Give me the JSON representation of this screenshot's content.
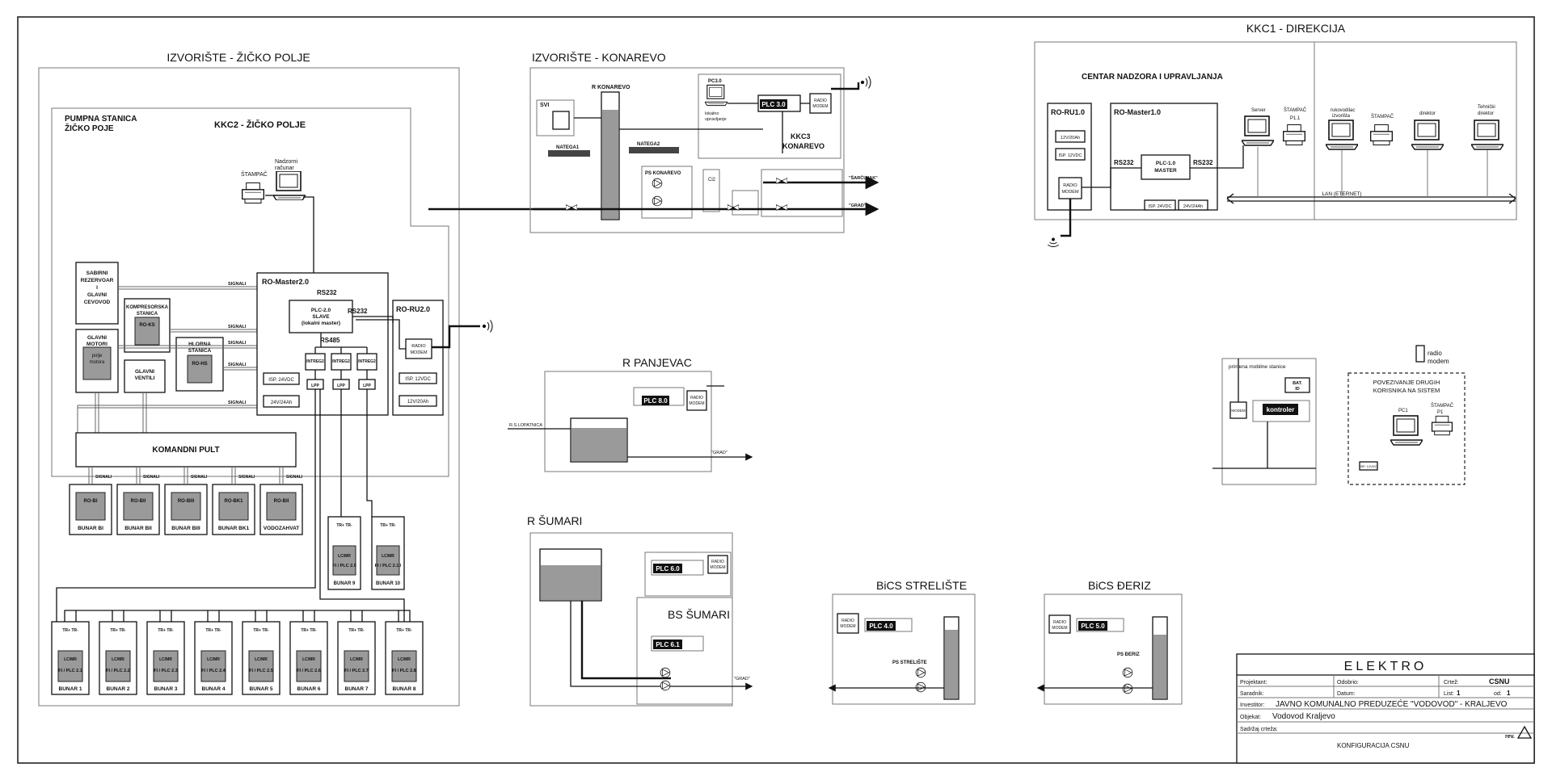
{
  "zones": {
    "zicko_title": "IZVORIŠTE - ŽIČKO POLJE",
    "konarevo_title": "IZVORIŠTE - KONAREVO",
    "kkc1_title": "KKC1 - DIREKCIJA",
    "panjevac_title": "R PANJEVAC",
    "sumari_title": "R ŠUMARI",
    "bs_sumari_title": "BS ŠUMARI",
    "strel_title": "BiCS STRELIŠTE",
    "deriz_title": "BiCS ĐERIZ"
  },
  "zicko": {
    "pumpna_line1": "PUMPNA STANICA",
    "pumpna_line2": "ŽIČKO POJE",
    "kkc2": "KKC2 - ŽIČKO POLJE",
    "stampac": "ŠTAMPAČ",
    "nadzorni_line1": "Nadzorni",
    "nadzorni_line2": "računar",
    "sabirni": [
      "SABIRNI",
      "REZERVOAR",
      "I",
      "GLAVNI",
      "CEVOVOD"
    ],
    "kompresorska": [
      "KOMPRESORSKA",
      "STANICA"
    ],
    "ro_ks": "RO-KS",
    "glavni_motori": [
      "GLAVNI",
      "MOTORI"
    ],
    "polje_motora": [
      "polje",
      "motora"
    ],
    "glavni_ventili": [
      "GLAVNI",
      "VENTILI"
    ],
    "hlorna": [
      "HLORNA",
      "STANICA"
    ],
    "ro_hs": "RO-HS",
    "signali": "SIGNALI",
    "komandni_pult": "KOMANDNI PULT",
    "ro_master2": "RO-Master2.0",
    "rs232": "RS232",
    "rs485": "RS485",
    "plc20": [
      "PLC-2.0",
      "SLAVE",
      "(lokalni master)"
    ],
    "intreg": [
      "INTREG2",
      "INTREG2",
      "INTREG2"
    ],
    "lpp": "LPP",
    "isp24": "ISP. 24VDC",
    "bat24": "24V/24Ah",
    "ro_ru2": "RO-RU2.0",
    "radio_modem": [
      "RADIO",
      "MODEM"
    ],
    "isp12": "ISP. 12VDC",
    "bat12": "12V/20Ah",
    "tr": "TR+ TR-",
    "wells_top": [
      {
        "ro": "RO-BI",
        "name": "BUNAR BI"
      },
      {
        "ro": "RO-BII",
        "name": "BUNAR BII"
      },
      {
        "ro": "RO-BIII",
        "name": "BUNAR BIII"
      },
      {
        "ro": "RO-BK1",
        "name": "BUNAR BK1"
      },
      {
        "ro": "RO-BII",
        "name": "VODOZAHVAT"
      }
    ],
    "wells_side": [
      {
        "plc": "FI / PLC 2.9",
        "name": "BUNAR 9"
      },
      {
        "plc": "FI / PLC 2.10",
        "name": "BUNAR 10"
      }
    ],
    "wells_bottom": [
      {
        "plc": "FI / PLC 2.1",
        "name": "BUNAR 1"
      },
      {
        "plc": "FI / PLC 2.2",
        "name": "BUNAR 2"
      },
      {
        "plc": "FI / PLC 2.3",
        "name": "BUNAR 3"
      },
      {
        "plc": "FI / PLC 2.4",
        "name": "BUNAR 4"
      },
      {
        "plc": "FI / PLC 2.5",
        "name": "BUNAR 5"
      },
      {
        "plc": "FI / PLC 2.6",
        "name": "BUNAR 6"
      },
      {
        "plc": "FI / PLC 2.7",
        "name": "BUNAR 7"
      },
      {
        "plc": "FI / PLC 2.8",
        "name": "BUNAR 8"
      }
    ],
    "lcmr": "LC/MR"
  },
  "konarevo": {
    "r_konarevo": "R KONAREVO",
    "svi": "SVI",
    "natega1": "NATEGA1",
    "natega2": "NATEGA2",
    "pc30": "PC3.0",
    "lokalno": [
      "lokalno",
      "upravljanje"
    ],
    "plc30": "PLC 3.0",
    "radio": [
      "RADIO",
      "MODEM"
    ],
    "kkc3": [
      "KKC3",
      "KONAREVO"
    ],
    "ps_konarevo": "PS KONAREVO",
    "cl2": "Cl2",
    "out1": "\"ŠARČUJAK\"",
    "out2": "\"GRAD\""
  },
  "kkc1": {
    "centar": "CENTAR NADZORA I UPRAVLJANJA",
    "ro_ru1": "RO-RU1.0",
    "ro_master1": "RO-Master1.0",
    "bat12": "12V/20Ah",
    "isp12": "ISP. 12VDC",
    "radio": [
      "RADIO",
      "MODEM"
    ],
    "rs232": "RS232",
    "plc10": [
      "PLC-1.0",
      "MASTER"
    ],
    "isp24": "ISP. 24VDC",
    "bat24": "24V/24Ah",
    "server": "Server",
    "stampac": "ŠTAMPAČ",
    "p11": "P1.1",
    "lan": "LAN (ETERNET)",
    "rukovodilac": [
      "rukovodilac",
      "izvorišta"
    ],
    "stampac2": "ŠTAMPAČ",
    "direktor": "direktor",
    "tehnicki": [
      "Tehnički",
      "direktor"
    ]
  },
  "panjevac": {
    "plc": "PLC 8.0",
    "radio": [
      "RADIO",
      "MODEM"
    ],
    "in": "R.S.LOPATNICA",
    "out": "\"GRAD\""
  },
  "sumari": {
    "plc60": "PLC 6.0",
    "plc61": "PLC 6.1",
    "radio": [
      "RADIO",
      "MODEM"
    ],
    "out": "\"GRAD\""
  },
  "strel": {
    "plc": "PLC 4.0",
    "ps": "PS STRELIŠTE",
    "radio": [
      "RADIO",
      "MODEM"
    ]
  },
  "deriz": {
    "plc": "PLC 5.0",
    "ps": "PS ĐERIZ",
    "radio": [
      "RADIO",
      "MODEM"
    ]
  },
  "mobile": {
    "title": "primena mobilne stanice",
    "modem": "MODEM",
    "kontroler": "kontroler",
    "bat": [
      "BAT.",
      "ID"
    ]
  },
  "povez": {
    "radio": [
      "radio",
      "modem"
    ],
    "title": [
      "POVEZIVANJE DRUGIH",
      "KORISNIKA NA SISTEM"
    ],
    "stampac": "ŠTAMPAČ",
    "p1": "P1",
    "pc1": "PC1",
    "isp": "ISP. 12VDC"
  },
  "title_block": {
    "header": "ELEKTRO",
    "projektant": "Projektant:",
    "odobrio": "Odobrio:",
    "crtez": "Crtež:",
    "crtez_val": "CSNU",
    "saradnik": "Saradnik:",
    "datum": "Datum:",
    "list": "List:",
    "list_val": "1",
    "od": "od:",
    "od_val": "1",
    "investitor": "Investitor:",
    "investitor_val": "JAVNO KOMUNALNO PREDUZEĆE \"VODOVOD\" - KRALJEVO",
    "objekat": "Objekat:",
    "objekat_val": "Vodovod Kraljevo",
    "sadrzaj": "Sadržaj crteža:",
    "sadrzaj_val": "KONFIGURACIJA CSNU",
    "rev": "rev."
  }
}
